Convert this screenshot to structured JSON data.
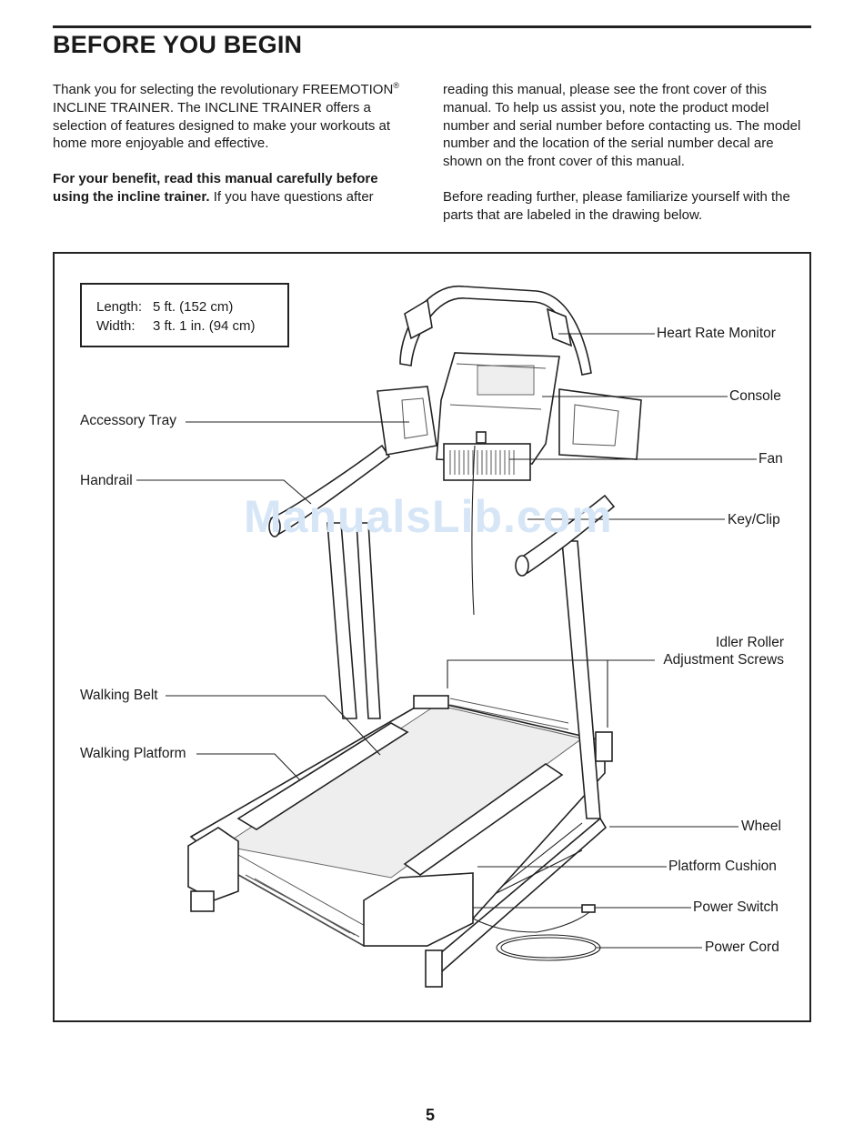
{
  "page": {
    "title": "BEFORE YOU BEGIN",
    "page_number": "5",
    "watermark": "ManualsLib.com"
  },
  "intro": {
    "p1": "Thank you for selecting the revolutionary FREEMOTION",
    "p1_trademark": "®",
    "p1_rest": " INCLINE TRAINER. The INCLINE TRAINER offers a selection of features designed to make your workouts at home more enjoyable and effective.",
    "p2_bold": "For your benefit, read this manual carefully before using the incline trainer.",
    "p2_rest": " If you have questions after reading this manual, please see the front cover of this manual. To help us assist you, note the product model number and serial number before contacting us. The model number and the location of the serial number decal are shown on the front cover of this manual.",
    "p3": "Before reading further, please familiarize yourself with the parts that are labeled in the drawing below."
  },
  "dimensions": {
    "length_label": "Length:",
    "length_value": "5 ft. (152 cm)",
    "width_label": "Width:",
    "width_value": "3 ft. 1 in. (94 cm)"
  },
  "callouts": {
    "heart_rate_monitor": "Heart Rate Monitor",
    "console": "Console",
    "accessory_tray": "Accessory Tray",
    "fan": "Fan",
    "handrail": "Handrail",
    "key_clip": "Key/Clip",
    "idler_roller_1": "Idler Roller",
    "idler_roller_2": "Adjustment Screws",
    "walking_belt": "Walking Belt",
    "walking_platform": "Walking Platform",
    "wheel": "Wheel",
    "platform_cushion": "Platform Cushion",
    "power_switch": "Power Switch",
    "power_cord": "Power Cord"
  }
}
